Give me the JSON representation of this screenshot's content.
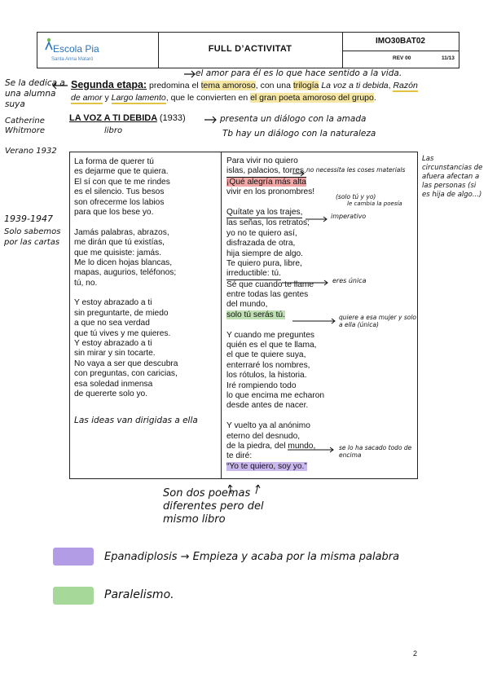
{
  "header": {
    "logo_name": "Escola Pia",
    "logo_sub": "Santa Anna Mataró",
    "title": "FULL D’ACTIVITAT",
    "code": "IMO30BAT02",
    "rev": "REV 00",
    "page": "11/13"
  },
  "intro": {
    "stage_label": "Segunda etapa:",
    "t1": " predomina el ",
    "h1": "tema amoroso",
    "t2": ", con una ",
    "h2": "trilogía",
    "t3": " ",
    "b1": "La voz a ti debida",
    "t4": ", ",
    "b2": "Razón de amor",
    "t5": " y ",
    "b3": "Largo lamento",
    "t6": ", que le convierten en ",
    "h3": "el gran poeta amoroso del grupo",
    "t7": "."
  },
  "heading": {
    "title": "LA VOZ A TI DEBIDA",
    "year": "(1933)"
  },
  "poem_left": [
    "La forma de querer tú",
    "es dejarme que te quiera.",
    "El sí con que te me rindes",
    "es el silencio. Tus besos",
    "son ofrecerme los labios",
    "para que los bese yo.",
    "",
    "Jamás palabras, abrazos,",
    "me dirán que tú existías,",
    "que me quisiste: jamás.",
    "Me lo dicen hojas blancas,",
    "mapas, augurios, teléfonos;",
    "tú, no.",
    "",
    "Y estoy abrazado a ti",
    "sin preguntarte, de miedo",
    "a que no sea verdad",
    "que tú vives y me quieres.",
    "Y estoy abrazado a ti",
    "sin mirar y sin tocarte.",
    "No vaya a ser que descubra",
    "con preguntas, con caricias,",
    "esa soledad inmensa",
    "de quererte solo yo."
  ],
  "poem_right": [
    "Para vivir no quiero",
    "islas, palacios, torres.",
    "¡Qué alegría más alta",
    "vivir en los pronombres!",
    "",
    "Quítate ya los trajes,",
    "las señas, los retratos;",
    "yo no te quiero así,",
    "disfrazada de otra,",
    "hija siempre de algo.",
    "Te quiero pura, libre,",
    "irreductible: tú.",
    "Sé que cuando te llame",
    "entre todas las gentes",
    "del mundo,",
    "solo tú serás tú.",
    "",
    "Y cuando me preguntes",
    "quién es el que te llama,",
    "el que te quiere suya,",
    "enterraré los nombres,",
    "los rótulos, la historia.",
    "Iré rompiendo todo",
    "lo que encima me echaron",
    "desde antes de nacer.",
    "",
    "Y vuelto ya al anónimo",
    "eterno del desnudo,",
    "de la piedra, del mundo,",
    "te diré:",
    "“Yo te quiero, soy yo.”"
  ],
  "notes": {
    "top_right": "el amor para él es lo que hace sentido a la vida.",
    "left_1": "Se la dedica a una alumna suya",
    "left_2": "Catherine Whitmore",
    "left_3": "Verano 1932",
    "libro": "libro",
    "dialog_1": "presenta un diálogo con la amada",
    "dialog_2": "Tb hay un diálogo con la naturaleza",
    "left_mid_1": "1939-1947",
    "left_mid_2": "Solo sabemos por las cartas",
    "right_side": "Las circunstancias de afuera afectan a las personas (si es hija de algo...)",
    "arr_1": "no necessita les coses materials",
    "arr_2": "(solo tú y yo)",
    "arr_3": "le cambia la poesía",
    "arr_4": "imperativo",
    "arr_5": "eres única",
    "arr_6": "quiere a esa mujer y solo a ella (única)",
    "arr_7": "se lo ha sacado todo de encima",
    "ideas": "Las ideas van dirigidas a ella",
    "poemas": "Son dos poemas diferentes pero del mismo libro",
    "page_num": "2"
  },
  "legend": {
    "epanadiplosis": "Epanadiplosis → Empieza y acaba por la misma palabra",
    "paralelismo": "Paralelismo."
  },
  "colors": {
    "purple": "#b39ce6",
    "green": "#a6d89a",
    "yellow": "#f5e7a3",
    "red": "#f2a6a6",
    "logo_blue": "#2c72b8"
  }
}
